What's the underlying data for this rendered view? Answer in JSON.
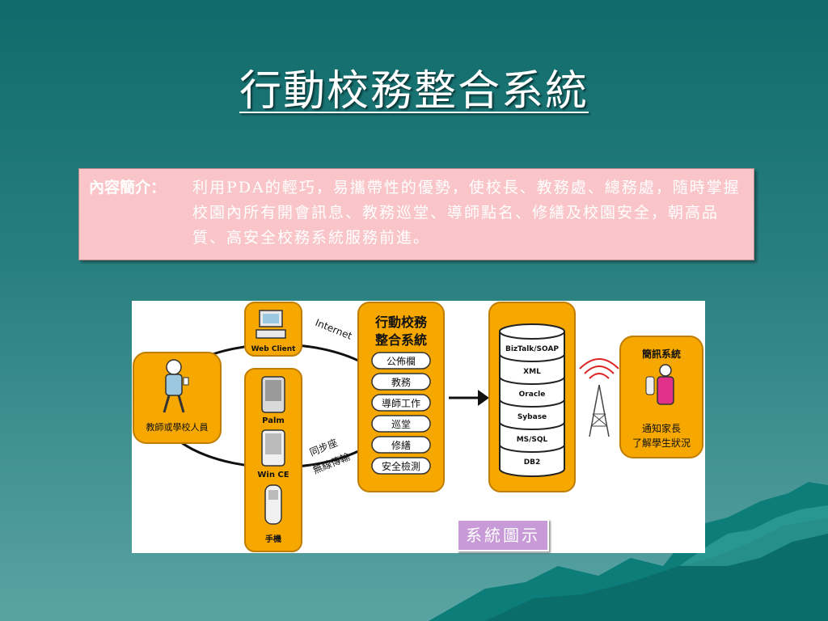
{
  "slide": {
    "title": "行動校務整合系統",
    "intro_label": "內容簡介：",
    "intro_text": "利用PDA的輕巧，易攜帶性的優勢，使校長、教務處、總務處，隨時掌握校園內所有開會訊息、教務巡堂、導師點名、修繕及校園安全，朝高品質、高安全校務系統服務前進。"
  },
  "diagram": {
    "user_label": "教師或學校人員",
    "web_client_label": "Web Client",
    "internet_label": "Internet",
    "palm_label": "Palm",
    "wince_label": "Win CE",
    "phone_label": "手機",
    "sync_label": "同步座",
    "wireless_label": "無線傳輸",
    "system_title_line1": "行動校務",
    "system_title_line2": "整合系統",
    "modules": [
      "公佈欄",
      "教務",
      "導師工作",
      "巡堂",
      "修繕",
      "安全檢測"
    ],
    "db_layers": [
      "BizTalk/SOAP",
      "XML",
      "Oracle",
      "Sybase",
      "MS/SQL",
      "DB2"
    ],
    "sms_title": "簡訊系統",
    "notify_line1": "通知家長",
    "notify_line2": "了解學生狀況",
    "caption": "系統圖示"
  },
  "colors": {
    "orange": "#f6a800",
    "box_border": "#c07d00",
    "intro_bg": "#f9c5c8",
    "caption_bg": "#c89ad8"
  }
}
